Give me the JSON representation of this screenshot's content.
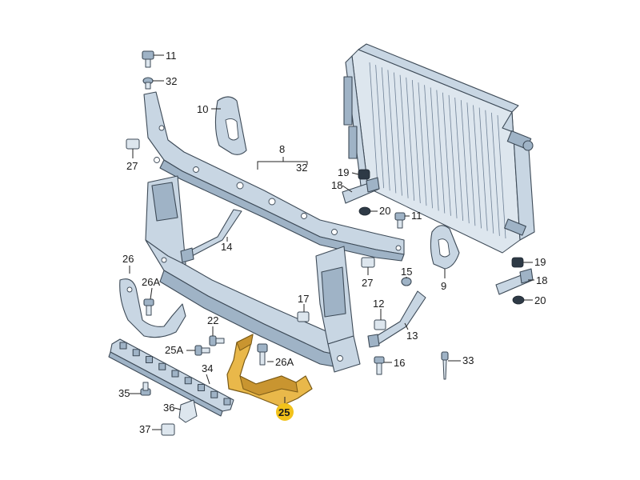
{
  "diagram": {
    "colors": {
      "part_fill": "#c8d6e3",
      "part_stroke": "#3d4a57",
      "highlight_part": "#e9b84a",
      "highlight_marker": "#f2c21b",
      "background": "#ffffff"
    },
    "callouts": {
      "c8": "8",
      "c9": "9",
      "c10": "10",
      "c11a": "11",
      "c11b": "11",
      "c12": "12",
      "c13": "13",
      "c14": "14",
      "c15": "15",
      "c16": "16",
      "c17": "17",
      "c18a": "18",
      "c18b": "18",
      "c19a": "19",
      "c19b": "19",
      "c20a": "20",
      "c20b": "20",
      "c22": "22",
      "c25": "25",
      "c25a": "25A",
      "c26": "26",
      "c26a_left": "26A",
      "c26a_right": "26A",
      "c27a": "27",
      "c27b": "27",
      "c32a": "32",
      "c32b": "32",
      "c33": "33",
      "c34": "34",
      "c35": "35",
      "c36": "36",
      "c37": "37"
    },
    "highlighted_part": "25"
  }
}
